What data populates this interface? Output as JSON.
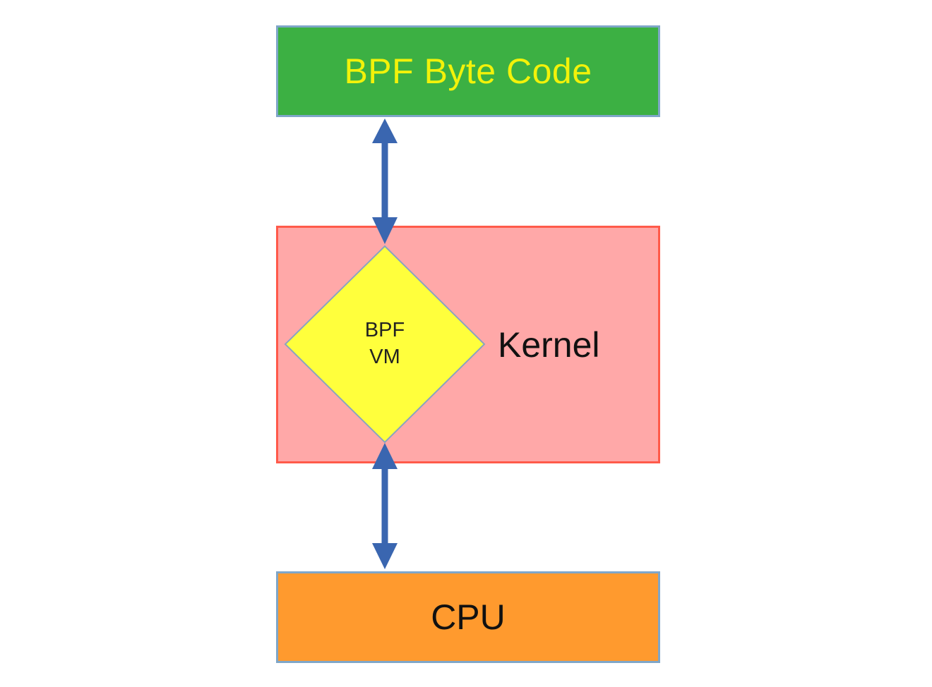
{
  "diagram": {
    "nodes": {
      "bytecode": {
        "label": "BPF Byte Code"
      },
      "kernel": {
        "label": "Kernel"
      },
      "vm": {
        "label_line1": "BPF",
        "label_line2": "VM"
      },
      "cpu": {
        "label": "CPU"
      }
    },
    "edges": [
      {
        "from": "bytecode",
        "to": "vm",
        "direction": "bidirectional"
      },
      {
        "from": "vm",
        "to": "cpu",
        "direction": "bidirectional"
      }
    ]
  },
  "colors": {
    "bytecode_fill": "#3cb043",
    "bytecode_text": "#f2f20a",
    "kernel_fill": "#ffa8a8",
    "vm_fill": "#ffff3c",
    "cpu_fill": "#ff9a2e",
    "arrow": "#3a66b0"
  }
}
